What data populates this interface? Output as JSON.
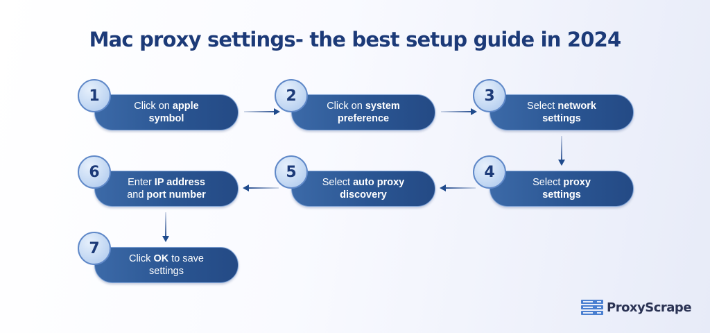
{
  "title": "Mac proxy settings- the best setup guide in 2024",
  "colors": {
    "title": "#1c3a78",
    "pill_dark": "#244a85",
    "pill_light": "#3c6aa8",
    "badge_fill": "#c3d8f3",
    "badge_border": "#5f88c8",
    "arrow": "#1e4a8c",
    "logo_icon": "#4a7fd0",
    "logo_text": "#2b3354"
  },
  "steps": [
    {
      "number": "1",
      "line1_pre": "Click on ",
      "line1_bold": "apple",
      "line2_pre": "",
      "line2_bold": "symbol",
      "line2_post": ""
    },
    {
      "number": "2",
      "line1_pre": "Click on ",
      "line1_bold": "system",
      "line2_pre": "",
      "line2_bold": "preference",
      "line2_post": ""
    },
    {
      "number": "3",
      "line1_pre": "Select ",
      "line1_bold": "network",
      "line2_pre": "",
      "line2_bold": "settings",
      "line2_post": ""
    },
    {
      "number": "4",
      "line1_pre": "Select ",
      "line1_bold": "proxy",
      "line2_pre": "",
      "line2_bold": "settings",
      "line2_post": ""
    },
    {
      "number": "5",
      "line1_pre": "Select ",
      "line1_bold": "auto proxy",
      "line2_pre": "",
      "line2_bold": "discovery",
      "line2_post": ""
    },
    {
      "number": "6",
      "line1_pre": "Enter ",
      "line1_bold": "IP address",
      "line2_pre": "and ",
      "line2_bold": "port number",
      "line2_post": ""
    },
    {
      "number": "7",
      "line1_pre": "Click ",
      "line1_bold": "OK",
      "line1_post": " to save",
      "line2_pre": "settings",
      "line2_bold": "",
      "line2_post": ""
    }
  ],
  "flow": [
    "1→2",
    "2→3",
    "3→4",
    "4→5",
    "5→6",
    "6→7"
  ],
  "logo": {
    "icon": "server-stack-icon",
    "text": "ProxyScrape"
  }
}
